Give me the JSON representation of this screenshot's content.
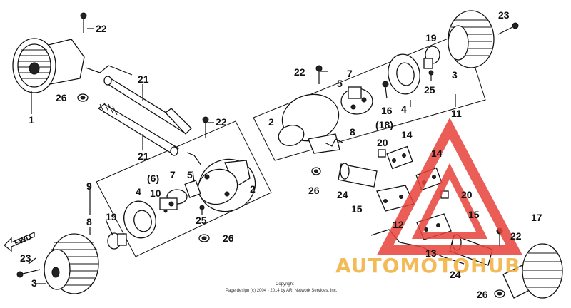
{
  "labels": {
    "l1": "1",
    "l2a": "2",
    "l2b": "2",
    "l3a": "3",
    "l3b": "3",
    "l4a": "4",
    "l4b": "4",
    "l5a": "5",
    "l5b": "5",
    "l6": "(6)",
    "l7a": "7",
    "l7b": "7",
    "l8a": "8",
    "l8b": "8",
    "l9": "9",
    "l10": "10",
    "l11": "11",
    "l12": "12",
    "l13": "13",
    "l14a": "14",
    "l14b": "14",
    "l15a": "15",
    "l15b": "15",
    "l16": "16",
    "l17": "17",
    "l18": "(18)",
    "l19a": "19",
    "l19b": "19",
    "l20a": "20",
    "l20b": "20",
    "l21a": "21",
    "l21b": "21",
    "l22a": "22",
    "l22b": "22",
    "l22c": "22",
    "l22d": "22",
    "l23a": "23",
    "l23b": "23",
    "l24a": "24",
    "l24b": "24",
    "l25a": "25",
    "l25b": "25",
    "l26a": "26",
    "l26b": "26",
    "l26c": "26",
    "l26d": "26"
  },
  "fwd_label": "FWD",
  "copyright_line1": "Copyright",
  "copyright_line2": "Page design (c) 2004 - 2014 by ARI Network Services, Inc.",
  "watermark": {
    "text": "AUTOMOTOHUB",
    "triangle_color": "#e8423a",
    "text_color": "#f2b447"
  }
}
